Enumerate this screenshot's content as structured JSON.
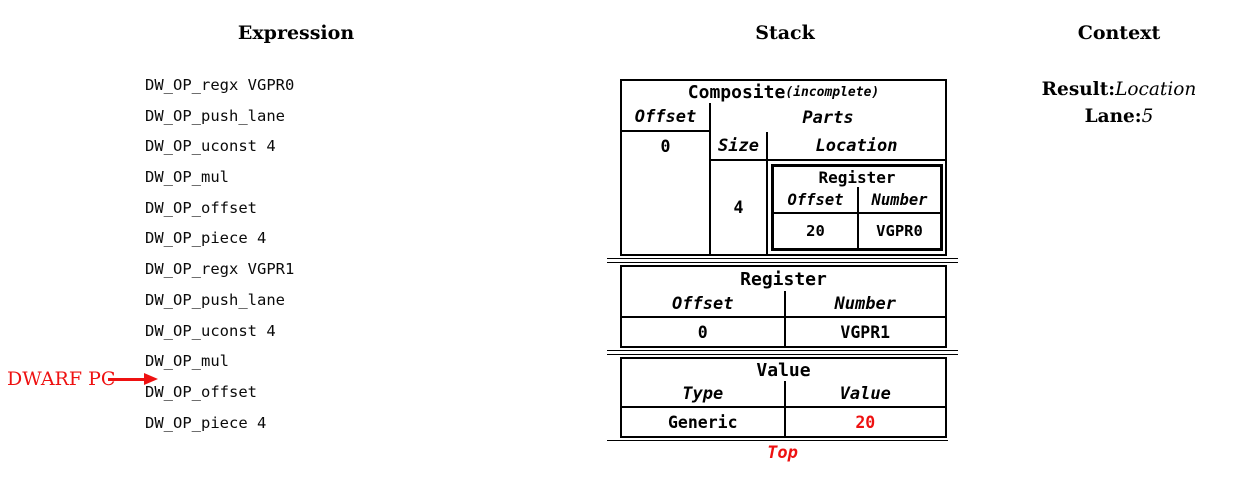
{
  "headers": {
    "expression": "Expression",
    "stack": "Stack",
    "context": "Context"
  },
  "expression": {
    "items": [
      "DW_OP_regx VGPR0",
      "DW_OP_push_lane",
      "DW_OP_uconst 4",
      "DW_OP_mul",
      "DW_OP_offset",
      "DW_OP_piece 4",
      "DW_OP_regx VGPR1",
      "DW_OP_push_lane",
      "DW_OP_uconst 4",
      "DW_OP_mul",
      "DW_OP_offset",
      "DW_OP_piece 4"
    ],
    "pc_label": "DWARF PC",
    "pc_target_op_index": 10,
    "pc_icon": "arrow-right-icon"
  },
  "stack": {
    "composite": {
      "title": "Composite",
      "subtitle": "(incomplete)",
      "offset_header": "Offset",
      "parts_header": "Parts",
      "offset_value": "0",
      "size_header": "Size",
      "location_header": "Location",
      "size_value": "4",
      "part_location": {
        "title": "Register",
        "offset_header": "Offset",
        "number_header": "Number",
        "offset_value": "20",
        "number_value": "VGPR0"
      }
    },
    "register": {
      "title": "Register",
      "offset_header": "Offset",
      "number_header": "Number",
      "offset_value": "0",
      "number_value": "VGPR1"
    },
    "value": {
      "title": "Value",
      "type_header": "Type",
      "value_header": "Value",
      "type_value": "Generic",
      "value_value": "20"
    },
    "top_label": "Top"
  },
  "context": {
    "result_label": "Result:",
    "result_value": "Location",
    "lane_label": "Lane:",
    "lane_value": "5"
  },
  "colors": {
    "accent_red": "#ee1111",
    "line_black": "#000000",
    "background": "#ffffff"
  }
}
